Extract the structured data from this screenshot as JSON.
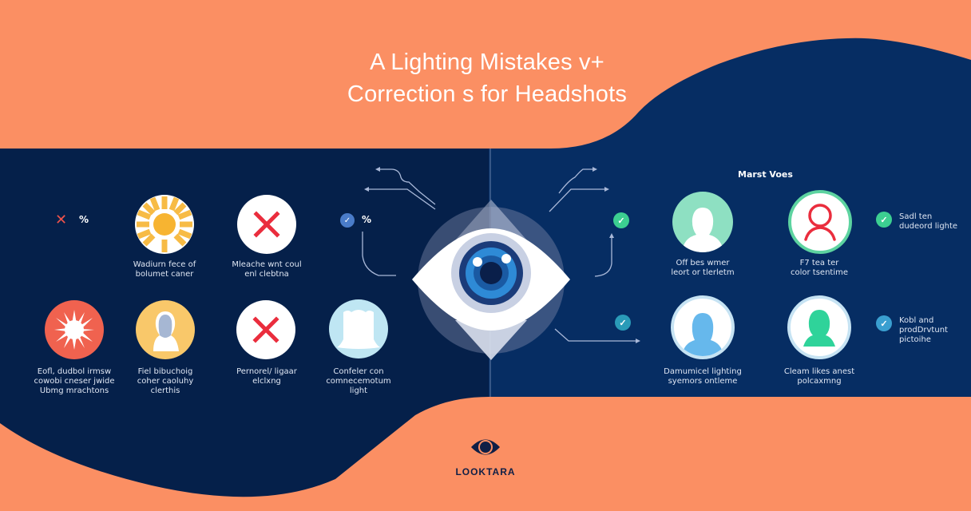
{
  "title": {
    "line1": "A Lighting Mistakes v+",
    "line2": "Correction s for Headshots"
  },
  "colors": {
    "orange": "#fb8f63",
    "navy_left": "#05204a",
    "navy_right": "#062d63",
    "red_x": "#ea2d3d",
    "green_check": "#3ccf91",
    "teal_check": "#2a9bb8",
    "blue_check": "#4a7cc9"
  },
  "left_panel": {
    "header_marks": {
      "x_icon": "✕",
      "percent": "%"
    },
    "mid_marks": {
      "check_icon": "✓",
      "percent": "%"
    },
    "items": [
      {
        "icon": "sun-icon",
        "caption": "Wadiurn fece of\nbolumet caner",
        "status": "mistake"
      },
      {
        "icon": "red-x-icon",
        "caption": "Mleache wnt coul\nenl clebtna",
        "status": "mistake"
      },
      {
        "icon": "starburst-icon",
        "caption": "Eofl, dudbol irmsw\ncowobi cneser jwide\nUbmg mrachtons",
        "status": "mistake"
      },
      {
        "icon": "person-silhouette-icon",
        "caption": "Fiel bibuchoig\ncoher caoluhy\nclerthis",
        "status": "mistake"
      },
      {
        "icon": "red-x-icon",
        "caption": "Pernorel/ ligaar\nelclxng",
        "status": "mistake"
      },
      {
        "icon": "blank-portrait-icon",
        "caption": "Confeler con\ncomnecemotum\nlight",
        "status": "mistake"
      }
    ]
  },
  "right_panel": {
    "section_title": "Marst Voes",
    "items": [
      {
        "icon": "person-silhouette-icon",
        "caption": "Off bes wmer\nleort or tlerletm",
        "status": "correction"
      },
      {
        "icon": "person-outline-icon",
        "caption": "F7 tea ter\ncolor tsentime",
        "status": "correction"
      },
      {
        "icon": "person-silhouette-icon",
        "caption": "Damumicel lighting\nsyemors ontleme",
        "status": "correction"
      },
      {
        "icon": "person-silhouette-icon",
        "caption": "Cleam likes anest\npolcaxmng",
        "status": "correction"
      }
    ],
    "side_notes": [
      {
        "icon": "check-icon",
        "text": "Sadl ten\ndudeord lighte"
      },
      {
        "icon": "check-icon",
        "text": "Kobl and\nprodDrvtunt\npictoihe"
      }
    ],
    "check_marks": [
      "✓",
      "✓"
    ]
  },
  "center": {
    "icon": "eye-icon"
  },
  "logo": {
    "icon": "eye-logo-icon",
    "name": "LOOKTARA"
  }
}
